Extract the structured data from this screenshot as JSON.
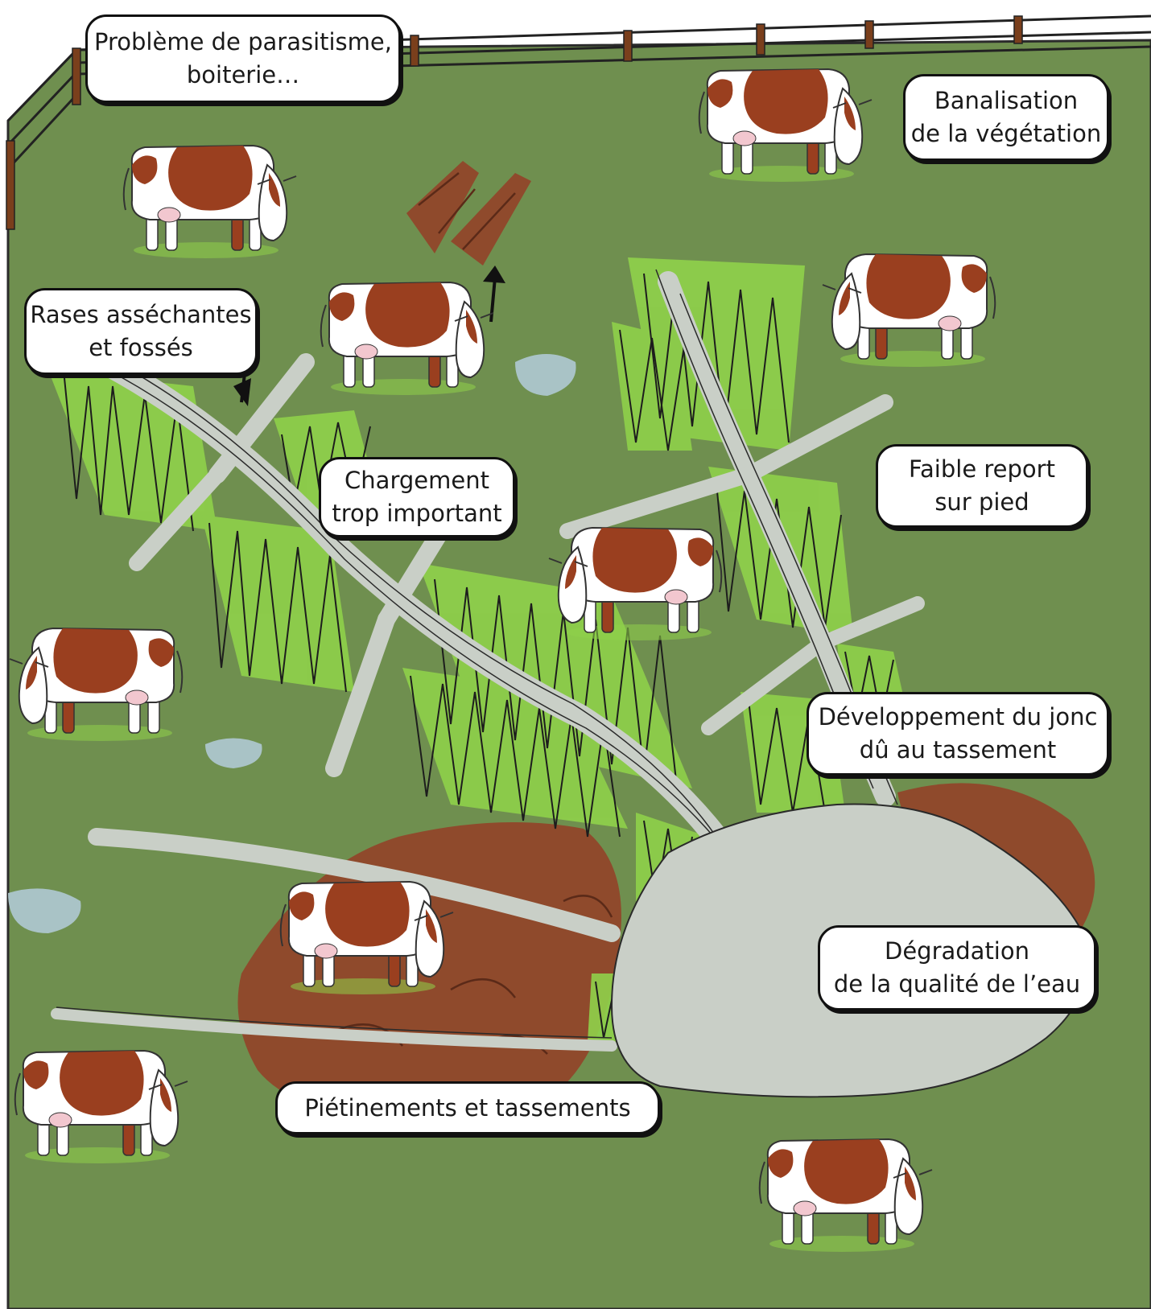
{
  "colors": {
    "pasture": "#6f8f4f",
    "pasture_dark": "#5f7f42",
    "grass_light": "#8fd14a",
    "channel": "#c9cfc7",
    "water": "#a9c3c6",
    "mud": "#8f4a2c",
    "fence": "#ffffff",
    "fence_post": "#7a3f1c",
    "cow_body": "#ffffff",
    "cow_patch": "#9a3f1f"
  },
  "icons": [
    "cow-icon",
    "fence",
    "grass-tuft",
    "mud-patch",
    "puddle"
  ],
  "labels": {
    "parasitisme": {
      "line1": "Problème de parasitisme,",
      "line2": "boiterie…"
    },
    "banalisation": {
      "line1": "Banalisation",
      "line2": "de la végétation"
    },
    "rases": {
      "line1": "Rases asséchantes",
      "line2": "et fossés"
    },
    "chargement": {
      "line1": "Chargement",
      "line2": "trop important"
    },
    "report": {
      "line1": "Faible report",
      "line2": "sur pied"
    },
    "jonc": {
      "line1": "Développement du jonc",
      "line2": "dû au tassement"
    },
    "eau": {
      "line1": "Dégradation",
      "line2": "de la qualité de l’eau"
    },
    "pietinements": {
      "line1": "Piétinements et tassements"
    }
  }
}
